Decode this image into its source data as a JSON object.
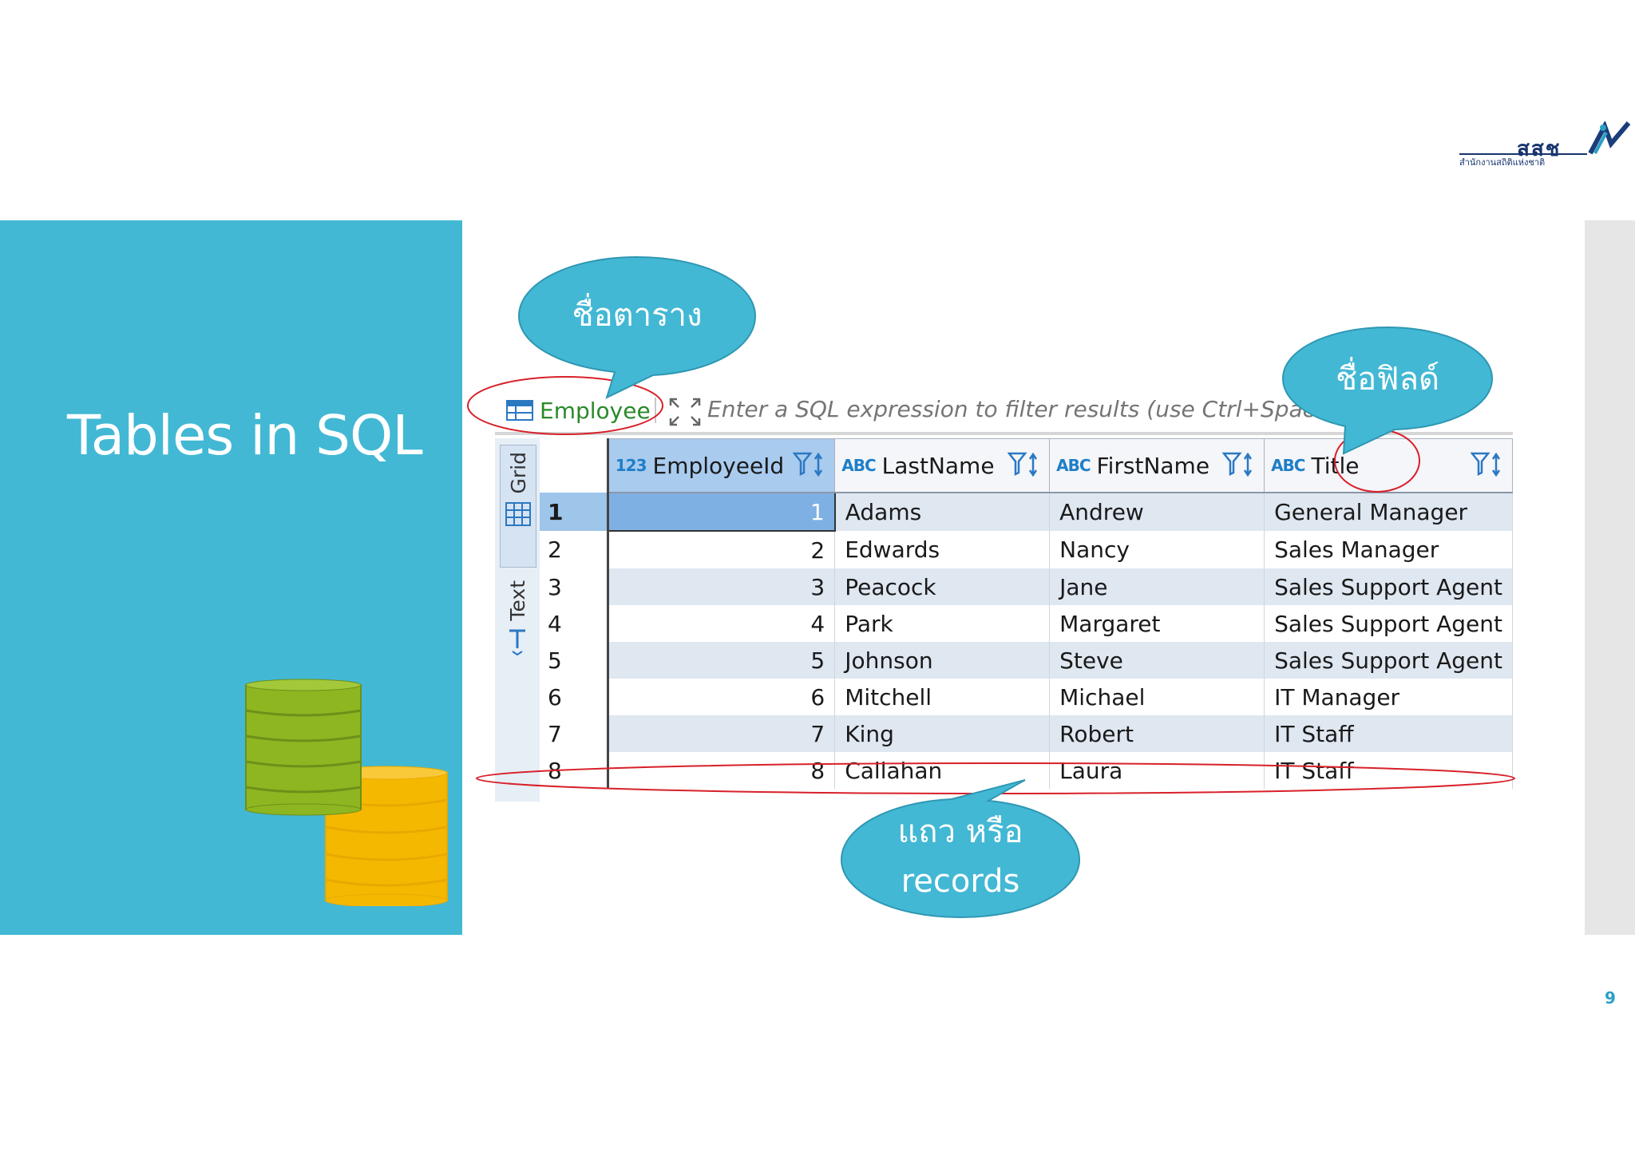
{
  "slide": {
    "title": "Tables in SQL",
    "page_number": "9",
    "panel_color": "#42b8d4"
  },
  "logo": {
    "text": "สสช",
    "subtitle": "สำนักงานสถิติแห่งชาติ"
  },
  "toolbar": {
    "table_name": "Employee",
    "filter_placeholder": "Enter a SQL expression to filter results (use Ctrl+Space)"
  },
  "side_tabs": {
    "grid": "Grid",
    "text": "Text"
  },
  "grid": {
    "columns": [
      {
        "type": "123",
        "label": "EmployeeId"
      },
      {
        "type": "ABC",
        "label": "LastName"
      },
      {
        "type": "ABC",
        "label": "FirstName"
      },
      {
        "type": "ABC",
        "label": "Title"
      }
    ],
    "rows": [
      {
        "n": "1",
        "id": "1",
        "last": "Adams",
        "first": "Andrew",
        "title": "General Manager"
      },
      {
        "n": "2",
        "id": "2",
        "last": "Edwards",
        "first": "Nancy",
        "title": "Sales Manager"
      },
      {
        "n": "3",
        "id": "3",
        "last": "Peacock",
        "first": "Jane",
        "title": "Sales Support Agent"
      },
      {
        "n": "4",
        "id": "4",
        "last": "Park",
        "first": "Margaret",
        "title": "Sales Support Agent"
      },
      {
        "n": "5",
        "id": "5",
        "last": "Johnson",
        "first": "Steve",
        "title": "Sales Support Agent"
      },
      {
        "n": "6",
        "id": "6",
        "last": "Mitchell",
        "first": "Michael",
        "title": "IT Manager"
      },
      {
        "n": "7",
        "id": "7",
        "last": "King",
        "first": "Robert",
        "title": "IT Staff"
      },
      {
        "n": "8",
        "id": "8",
        "last": "Callahan",
        "first": "Laura",
        "title": "IT Staff"
      }
    ]
  },
  "callouts": {
    "table_name": "ชื่อตาราง",
    "field_name": "ชื่อฟิลด์",
    "rows_line1": "แถว หรือ",
    "rows_line2": "records"
  }
}
